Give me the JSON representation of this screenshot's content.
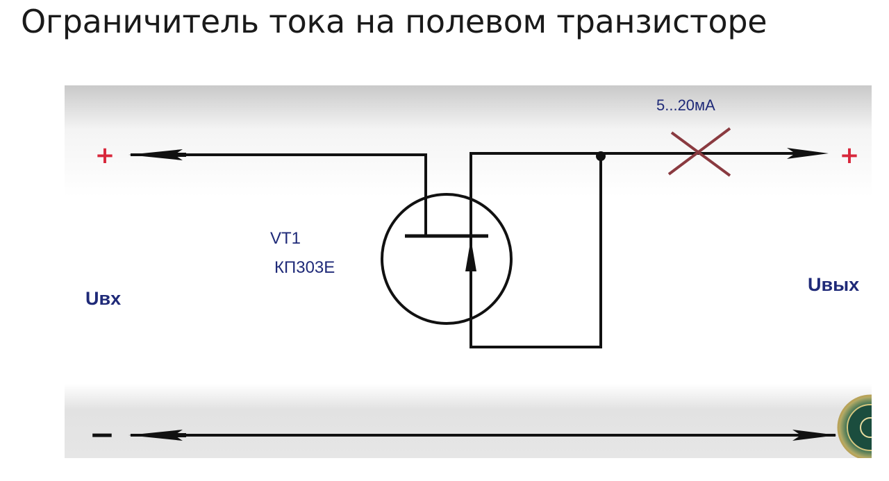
{
  "title": "Ограничитель тока на полевом транзисторе",
  "schematic": {
    "input_label": "Uвх",
    "output_label": "Uвых",
    "transistor_ref": "VT1",
    "transistor_part": "КП303Е",
    "current_label": "5...20мА",
    "plus_symbol": "+",
    "minus_symbol": "−"
  },
  "colors": {
    "wire": "#111111",
    "label_blue": "#1f2a78",
    "plus_red": "#d8283c",
    "cross_mark": "#8a3a40"
  }
}
